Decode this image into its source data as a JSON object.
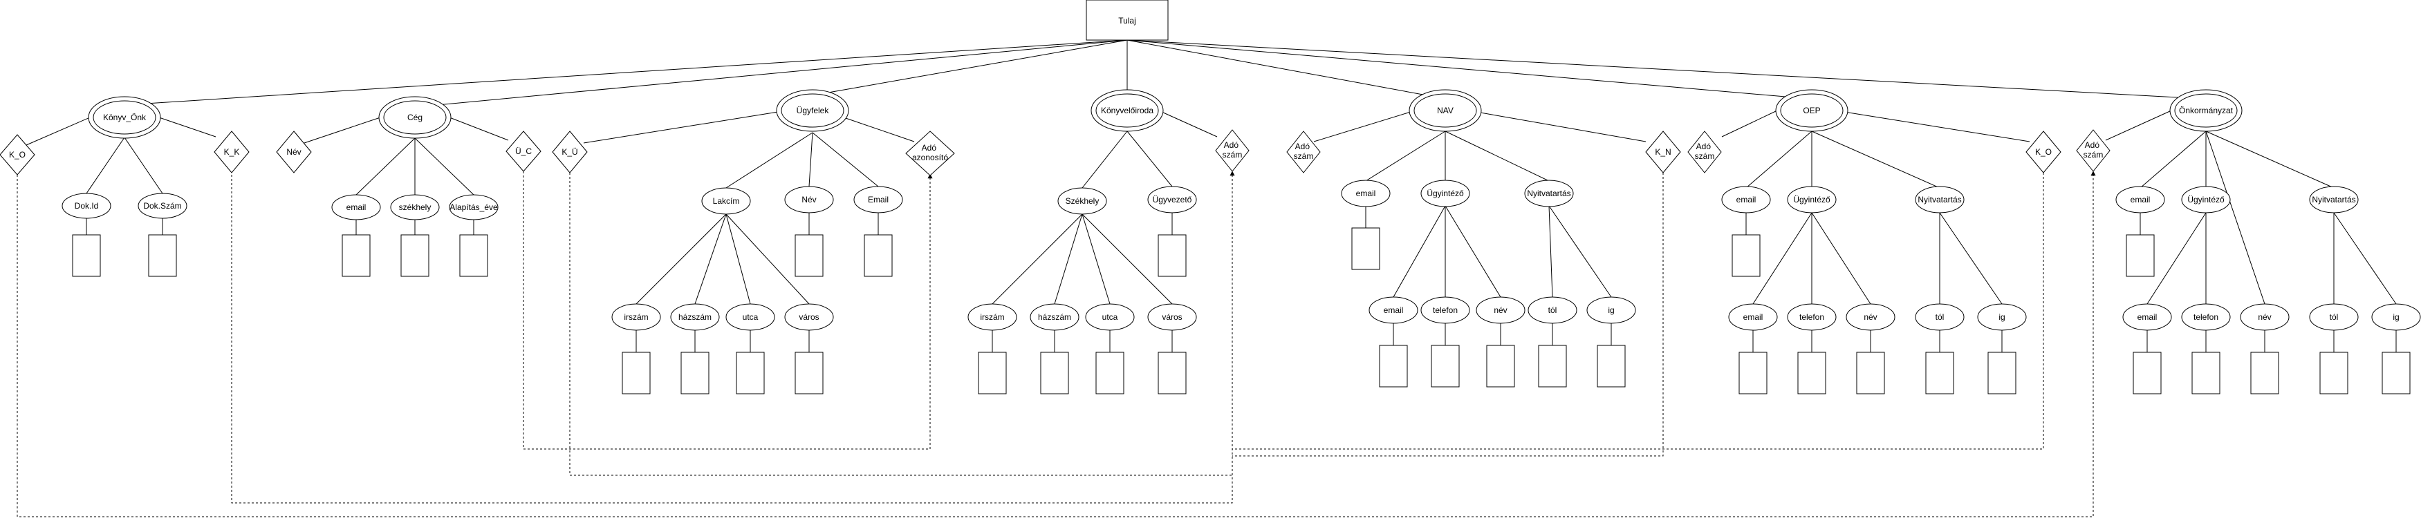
{
  "root": "Tulaj",
  "entities": {
    "konyv_onk": "Könyv_Önk",
    "ceg": "Cég",
    "ugyfelek": "Ügyfelek",
    "konyveliroda": "Könyvelőiroda",
    "nav": "NAV",
    "oep": "OEP",
    "onkormanyzat": "Önkormányzat"
  },
  "relationships": {
    "k_o_left": "K_O",
    "k_k": "K_K",
    "u_c": "Ü_C",
    "k_u": "K_Ü",
    "ado_azonosito": "Adó azonosító",
    "ado_szam_konyv": "Adó szám",
    "ado_szam_nav": "Adó szám",
    "k_n": "K_N",
    "ado_szam_oep": "Adó szám",
    "k_o_right": "K_O",
    "ado_szam_onk": "Adó szám",
    "nev_ceg": "Név"
  },
  "attributes": {
    "dok_id": "Dok.Id",
    "dok_szam": "Dok.Szám",
    "ceg_email": "email",
    "szekhely": "székhely",
    "alapitas_eve": "Alapítás_éve",
    "lakcim": "Lakcím",
    "ugyfel_nev": "Név",
    "ugyfel_email": "Email",
    "lak_irszam": "irszám",
    "lak_hazszam": "házszám",
    "lak_utca": "utca",
    "lak_varos": "város",
    "szekhely_k": "Székhely",
    "ugyvezeto": "Ügyvezető",
    "szk_irszam": "irszám",
    "szk_hazszam": "házszám",
    "szk_utca": "utca",
    "szk_varos": "város",
    "nav_email": "email",
    "nav_ugyintezo": "Ügyintéző",
    "nav_nyitvatartas": "Nyitvatartás",
    "nav_u_email": "email",
    "nav_u_telefon": "telefon",
    "nav_u_nev": "név",
    "nav_tol": "tól",
    "nav_ig": "ig",
    "oep_email": "email",
    "oep_ugyintezo": "Ügyintéző",
    "oep_nyitvatartas": "Nyitvatartás",
    "oep_u_email": "email",
    "oep_u_telefon": "telefon",
    "oep_u_nev": "név",
    "oep_tol": "tól",
    "oep_ig": "ig",
    "onk_email": "email",
    "onk_ugyintezo": "Ügyintéző",
    "onk_nyitvatartas": "Nyitvatartás",
    "onk_u_email": "email",
    "onk_u_telefon": "telefon",
    "onk_u_nev": "név",
    "onk_tol": "tól",
    "onk_ig": "ig"
  }
}
